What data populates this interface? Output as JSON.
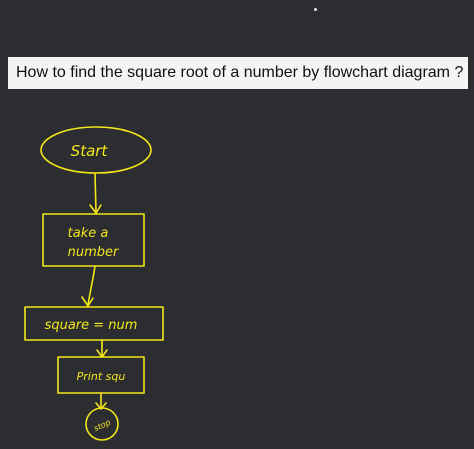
{
  "header": {
    "title": "How to find the square root of a number by flowchart diagram ?"
  },
  "colors": {
    "background": "#2b2d30",
    "ink": "#f3e71a",
    "title_bar": "#f4f4f4"
  },
  "flowchart": {
    "start_label": "Start",
    "input_label_line1": "take a",
    "input_label_line2": "number",
    "process_label": "square = num",
    "output_label": "Print squ",
    "stop_label": "stop"
  }
}
